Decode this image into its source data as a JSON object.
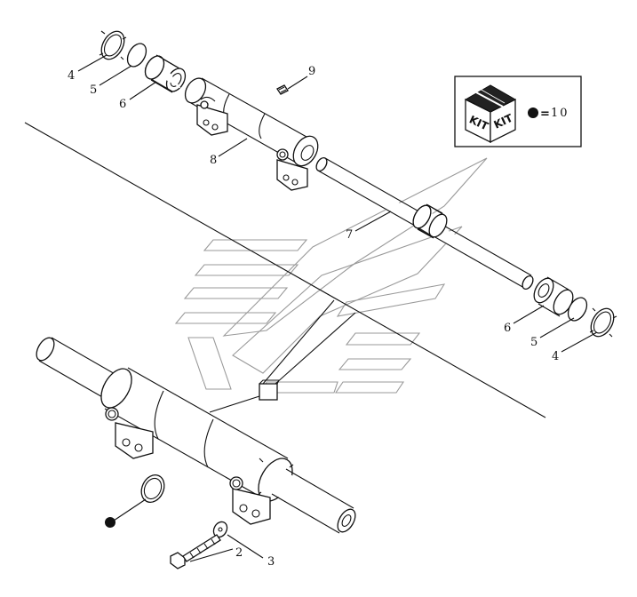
{
  "callouts": {
    "p4a": "4",
    "p5a": "5",
    "p6a": "6",
    "p9": "9",
    "p8": "8",
    "p7": "7",
    "p6b": "6",
    "p5b": "5",
    "p4b": "4",
    "p3": "3",
    "p2": "2"
  },
  "kit": {
    "badge_text_1": "KIT",
    "badge_text_2": "KIT",
    "equals": "=",
    "item_number": "10"
  }
}
